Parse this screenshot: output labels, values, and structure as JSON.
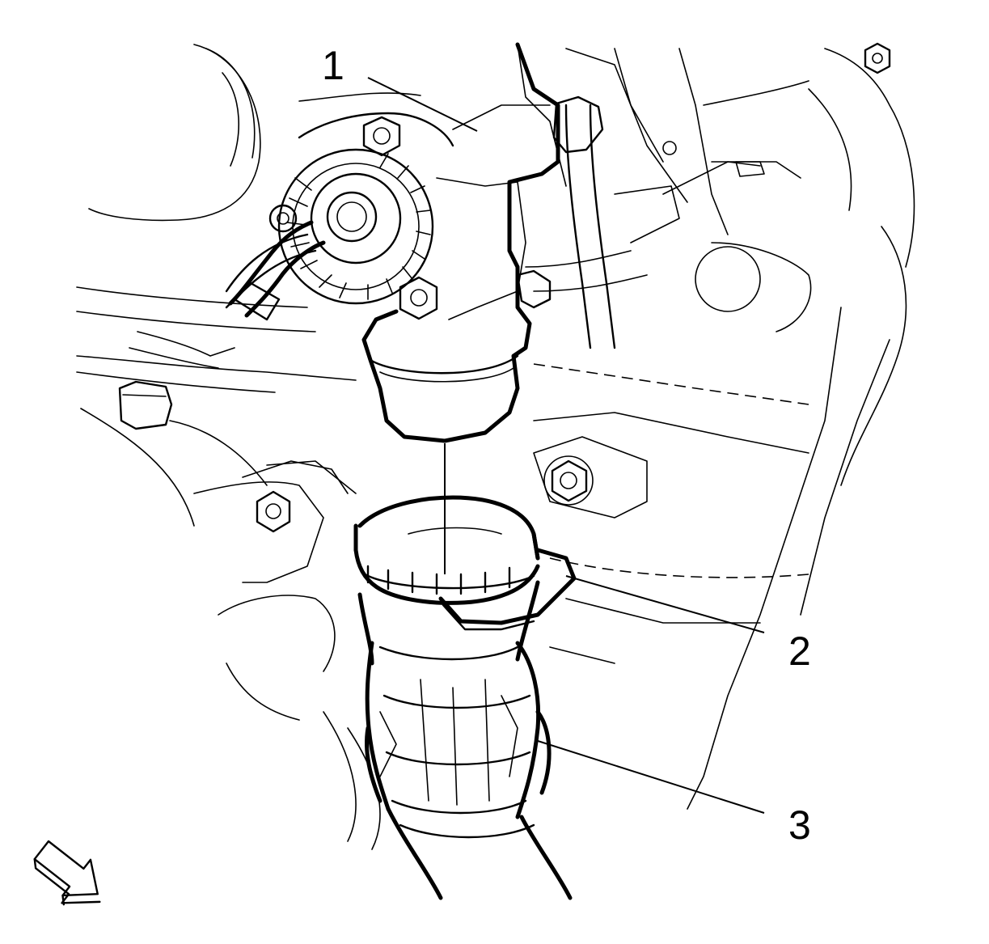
{
  "callouts": [
    {
      "number": "1",
      "part": "engine-component"
    },
    {
      "number": "2",
      "part": "seal-ring"
    },
    {
      "number": "3",
      "part": "hose-connector"
    }
  ],
  "icons": {
    "view_direction": "arrow-icon"
  },
  "colors": {
    "line": "#000000",
    "background": "#ffffff"
  }
}
